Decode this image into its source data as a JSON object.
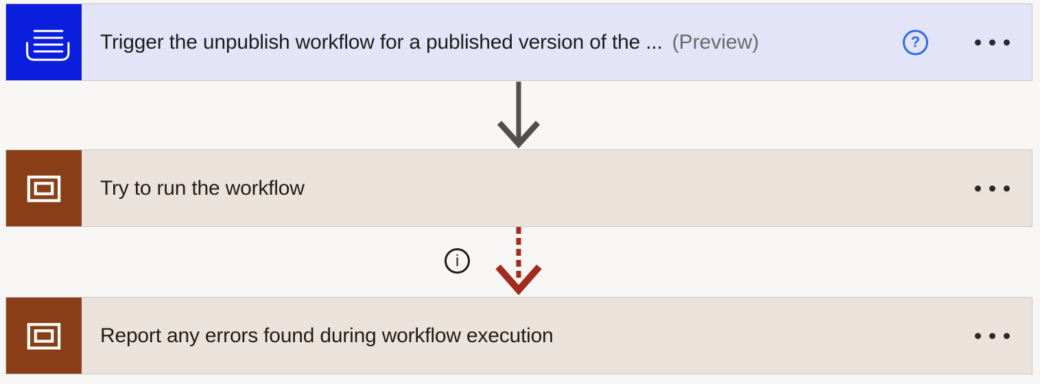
{
  "page": {
    "bg": "#f7f6f5",
    "card_border": "#c9c7c5",
    "text_color": "#1e1c1a",
    "preview_color": "#6b6968",
    "ellipsis_dot_color": "#2b2a29"
  },
  "cards": [
    {
      "title": "Trigger the unpublish workflow for a published version of the ...",
      "preview_badge": "(Preview)",
      "icon": "inbox-tray-icon",
      "icon_bg": "#0b1edd",
      "card_bg": "#e3e4f8",
      "help_glyph": "?",
      "help_color": "#2a6ce2"
    },
    {
      "title": "Try to run the workflow",
      "icon": "scope-icon",
      "icon_bg": "#8a3e17",
      "card_bg": "#ebe2dc"
    },
    {
      "title": "Report any errors found during workflow execution",
      "icon": "scope-icon",
      "icon_bg": "#8a3e17",
      "card_bg": "#ebe2dc"
    }
  ],
  "connectors": [
    {
      "style": "solid",
      "color": "#53504c"
    },
    {
      "style": "dashed",
      "color": "#a32a1c",
      "info_glyph": "i"
    }
  ]
}
